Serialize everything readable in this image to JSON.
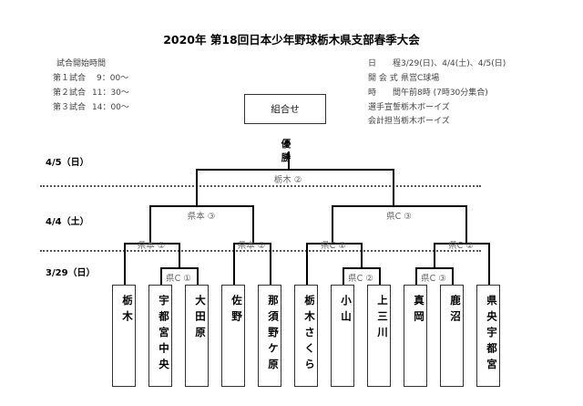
{
  "title": "2020年 第18回日本少年野球栃木県支部春季大会",
  "start_times": {
    "heading": "試合開始時間",
    "games": [
      {
        "label": "第１試合",
        "time": "9：00～"
      },
      {
        "label": "第２試合",
        "time": "11：30～"
      },
      {
        "label": "第３試合",
        "time": "14：00～"
      }
    ]
  },
  "details": [
    {
      "label": "日　　程",
      "value": "3/29(日)、4/4(土)、4/5(日)"
    },
    {
      "label": "開 会 式",
      "value": "県営C球場"
    },
    {
      "label": "時　　間",
      "value": "午前8時 (7時30分集合)"
    },
    {
      "label": "選手宣誓",
      "value": "栃木ボーイズ"
    },
    {
      "label": "会計担当",
      "value": "栃木ボーイズ"
    }
  ],
  "bracket_title": "組合せ",
  "champion": "優 勝",
  "dates": [
    "4/5（日）",
    "4/4（土）",
    "3/29（日）"
  ],
  "venues": {
    "final": "栃木 ②",
    "semi1": "県本 ③",
    "semi2": "県C ③",
    "qf1": "県本 ①",
    "qf2": "県本 ②",
    "qf3": "県C ①",
    "qf4": "県C ②",
    "r1a": "県C ①",
    "r1b": "県C ②",
    "r1c": "県C ③"
  },
  "teams": [
    "栃木",
    "宇都宮中央",
    "大田原",
    "佐野",
    "那須野ケ原",
    "栃木さくら",
    "小山",
    "上三川",
    "真岡",
    "鹿沼",
    "県央宇都宮"
  ]
}
